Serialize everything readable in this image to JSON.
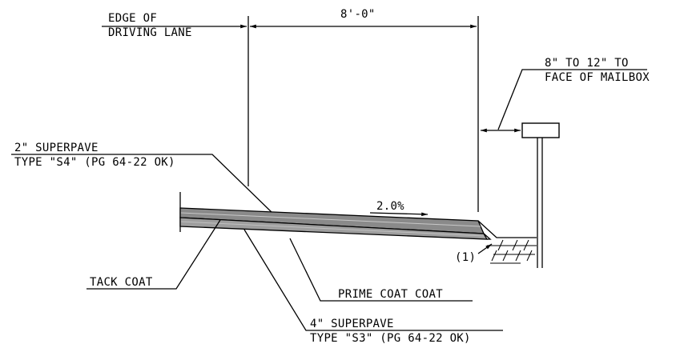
{
  "labels": {
    "edge_line1": "EDGE OF",
    "edge_line2": "DRIVING LANE",
    "dimension": "8'-0\"",
    "mailbox_line1": "8\" TO 12\" TO",
    "mailbox_line2": "FACE OF MAILBOX",
    "s4_line1": "2\" SUPERPAVE",
    "s4_line2": "TYPE \"S4\" (PG 64-22 OK)",
    "slope": "2.0%",
    "note": "(1)",
    "tack": "TACK COAT",
    "prime": "PRIME COAT COAT",
    "s3_line1": "4\" SUPERPAVE",
    "s3_line2": "TYPE \"S3\" (PG 64-22 OK)"
  },
  "colors": {
    "line": "#000000",
    "top_layer": "#8a8a8a",
    "bottom_layer": "#9e9e9e",
    "highlight": "#c8c8c8"
  }
}
